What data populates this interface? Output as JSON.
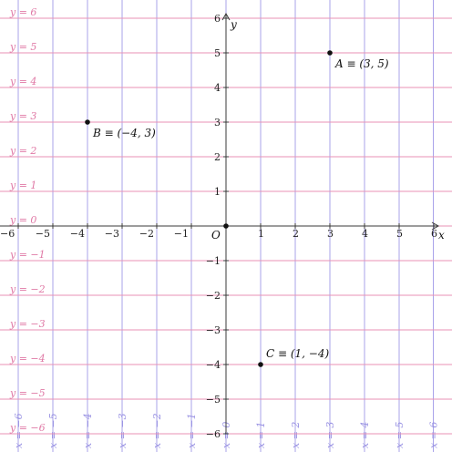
{
  "diagram": {
    "x_range": [
      -6,
      6
    ],
    "y_range": [
      -6,
      6
    ],
    "axis_x_label": "x",
    "axis_y_label": "y",
    "origin_label": "O",
    "x_ticks": [
      {
        "v": -6,
        "t": "−6"
      },
      {
        "v": -5,
        "t": "−5"
      },
      {
        "v": -4,
        "t": "−4"
      },
      {
        "v": -3,
        "t": "−3"
      },
      {
        "v": -2,
        "t": "−2"
      },
      {
        "v": -1,
        "t": "−1"
      },
      {
        "v": 1,
        "t": "1"
      },
      {
        "v": 2,
        "t": "2"
      },
      {
        "v": 3,
        "t": "3"
      },
      {
        "v": 4,
        "t": "4"
      },
      {
        "v": 5,
        "t": "5"
      },
      {
        "v": 6,
        "t": "6"
      }
    ],
    "y_ticks": [
      {
        "v": 6,
        "t": "6"
      },
      {
        "v": 5,
        "t": "5"
      },
      {
        "v": 4,
        "t": "4"
      },
      {
        "v": 3,
        "t": "3"
      },
      {
        "v": 2,
        "t": "2"
      },
      {
        "v": 1,
        "t": "1"
      },
      {
        "v": -1,
        "t": "−1"
      },
      {
        "v": -2,
        "t": "−2"
      },
      {
        "v": -3,
        "t": "−3"
      },
      {
        "v": -4,
        "t": "−4"
      },
      {
        "v": -5,
        "t": "−5"
      },
      {
        "v": -6,
        "t": "−6"
      }
    ],
    "horizontal_lines": [
      {
        "v": 6,
        "label": "y = 6"
      },
      {
        "v": 5,
        "label": "y = 5"
      },
      {
        "v": 4,
        "label": "y = 4"
      },
      {
        "v": 3,
        "label": "y = 3"
      },
      {
        "v": 2,
        "label": "y = 2"
      },
      {
        "v": 1,
        "label": "y = 1"
      },
      {
        "v": 0,
        "label": "y = 0"
      },
      {
        "v": -1,
        "label": "y = −1"
      },
      {
        "v": -2,
        "label": "y = −2"
      },
      {
        "v": -3,
        "label": "y = −3"
      },
      {
        "v": -4,
        "label": "y = −4"
      },
      {
        "v": -5,
        "label": "y = −5"
      },
      {
        "v": -6,
        "label": "y = −6"
      }
    ],
    "vertical_lines": [
      {
        "v": -6,
        "label": "x = −6"
      },
      {
        "v": -5,
        "label": "x = −5"
      },
      {
        "v": -4,
        "label": "x = −4"
      },
      {
        "v": -3,
        "label": "x = −3"
      },
      {
        "v": -2,
        "label": "x = −2"
      },
      {
        "v": -1,
        "label": "x = −1"
      },
      {
        "v": 0,
        "label": "x = 0"
      },
      {
        "v": 1,
        "label": "x = 1"
      },
      {
        "v": 2,
        "label": "x = 2"
      },
      {
        "v": 3,
        "label": "x = 3"
      },
      {
        "v": 4,
        "label": "x = 4"
      },
      {
        "v": 5,
        "label": "x = 5"
      },
      {
        "v": 6,
        "label": "x = 6"
      }
    ],
    "points": [
      {
        "x": 3,
        "y": 5,
        "label": "A ≡ (3, 5)"
      },
      {
        "x": -4,
        "y": 3,
        "label": "B ≡ (−4, 3)"
      },
      {
        "x": 1,
        "y": -4,
        "label": "C ≡ (1, −4)"
      },
      {
        "x": 0,
        "y": 0,
        "label": ""
      }
    ],
    "colors": {
      "horizontal_lines": "#e892b6",
      "vertical_lines": "#a9a3ea",
      "axes": "#3a3a3a",
      "points": "#111111"
    }
  }
}
